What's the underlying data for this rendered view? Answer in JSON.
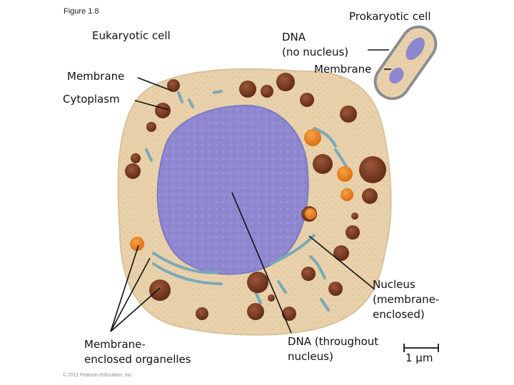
{
  "figure_number": "Figure 1.8",
  "title_eukaryotic": "Eukaryotic cell",
  "title_prokaryotic": "Prokaryotic cell",
  "labels": {
    "membrane_euk": "Membrane",
    "cytoplasm": "Cytoplasm",
    "dna_prok": "DNA\n(no nucleus)",
    "membrane_prok": "Membrane",
    "nucleus": "Nucleus\n(membrane-\nenclosed)",
    "organelles": "Membrane-\nenclosed organelles",
    "dna_euk": "DNA (throughout\nnucleus)",
    "scale": "1 μm"
  },
  "copyright": "© 2011 Pearson Education, Inc.",
  "colors": {
    "cytoplasm": "#e9d3ae",
    "nucleus": "#8d86cf",
    "mitochondria": "#7a3a22",
    "orange_organelle": "#e8801d",
    "er": "#79a9b8"
  }
}
